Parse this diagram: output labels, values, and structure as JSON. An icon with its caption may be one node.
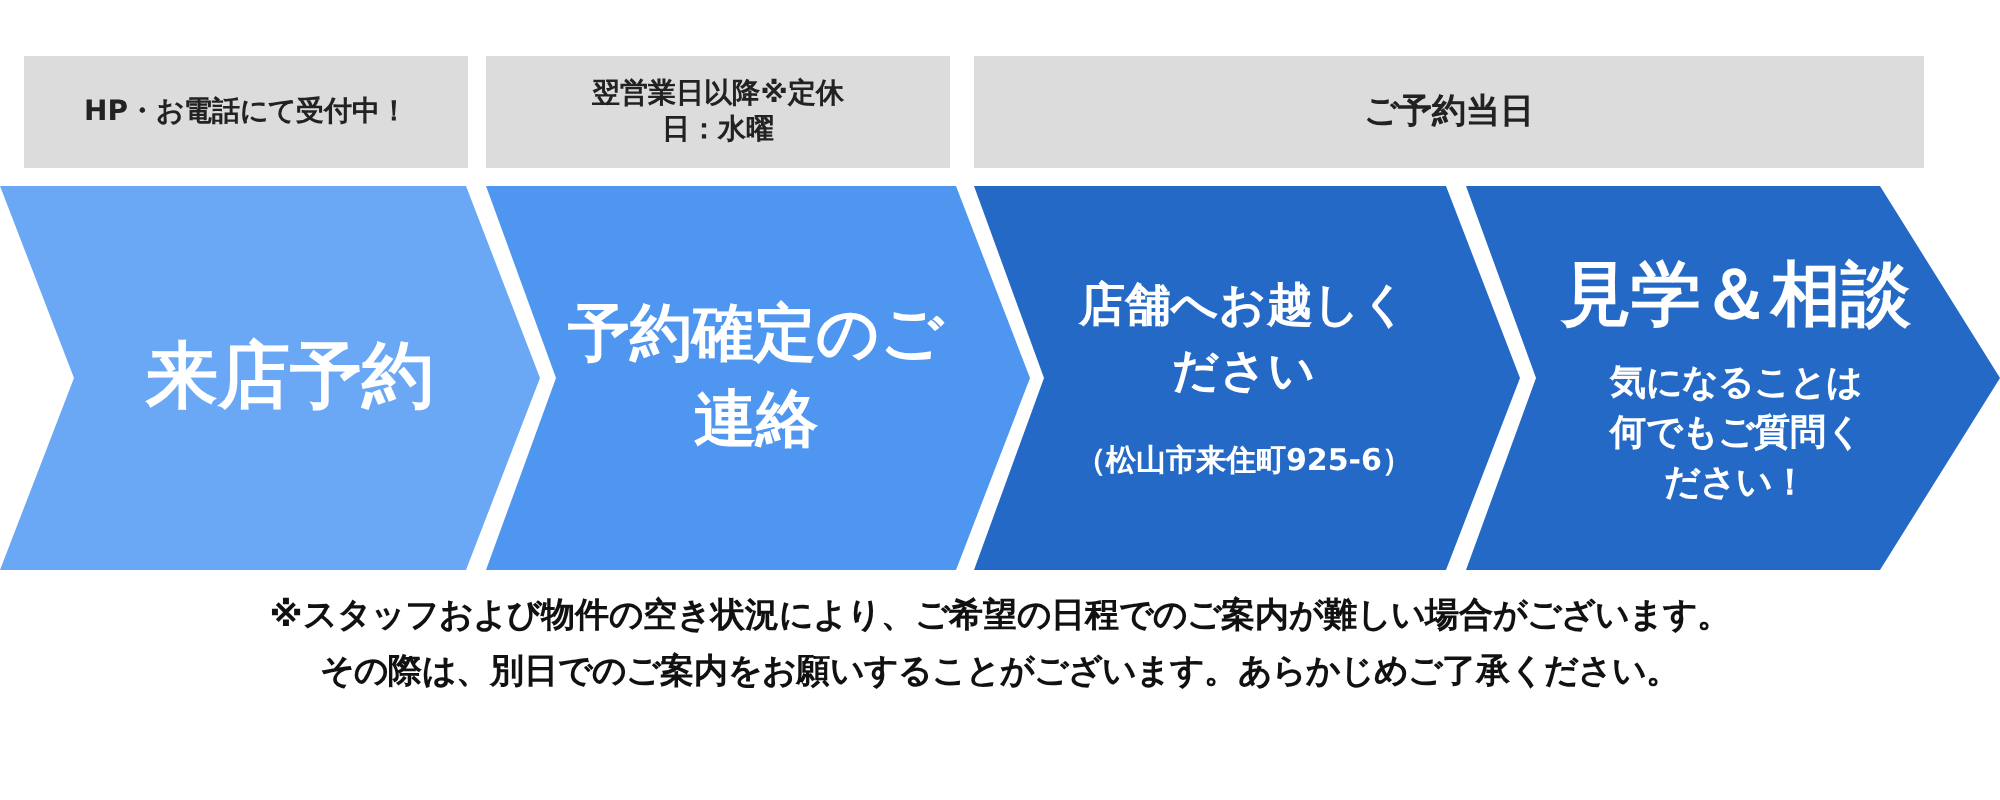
{
  "diagram": {
    "nodes": [
      {
        "text": [
          "HP・お電話にて受付中！"
        ]
      },
      {
        "text": [
          "翌営業日以降※定休日：水曜"
        ]
      },
      {
        "text": [
          "ご予約当日"
        ]
      },
      {
        "text": [
          "来店予約"
        ]
      },
      {
        "text": [
          "予約確定のご連絡"
        ]
      },
      {
        "text": [
          "店舗へお越しください",
          "（松山市来住町925-6）"
        ]
      },
      {
        "text": [
          "見学＆相談",
          "気になることは何でもご質問ください！"
        ]
      }
    ],
    "labels": [
      "※スタッフおよび物件の空き状況により、ご希望の日程でのご案内が難しい場合がございます。",
      "その際は、別日でのご案内をお願いすることがございます。あらかじめご了承ください。"
    ]
  }
}
